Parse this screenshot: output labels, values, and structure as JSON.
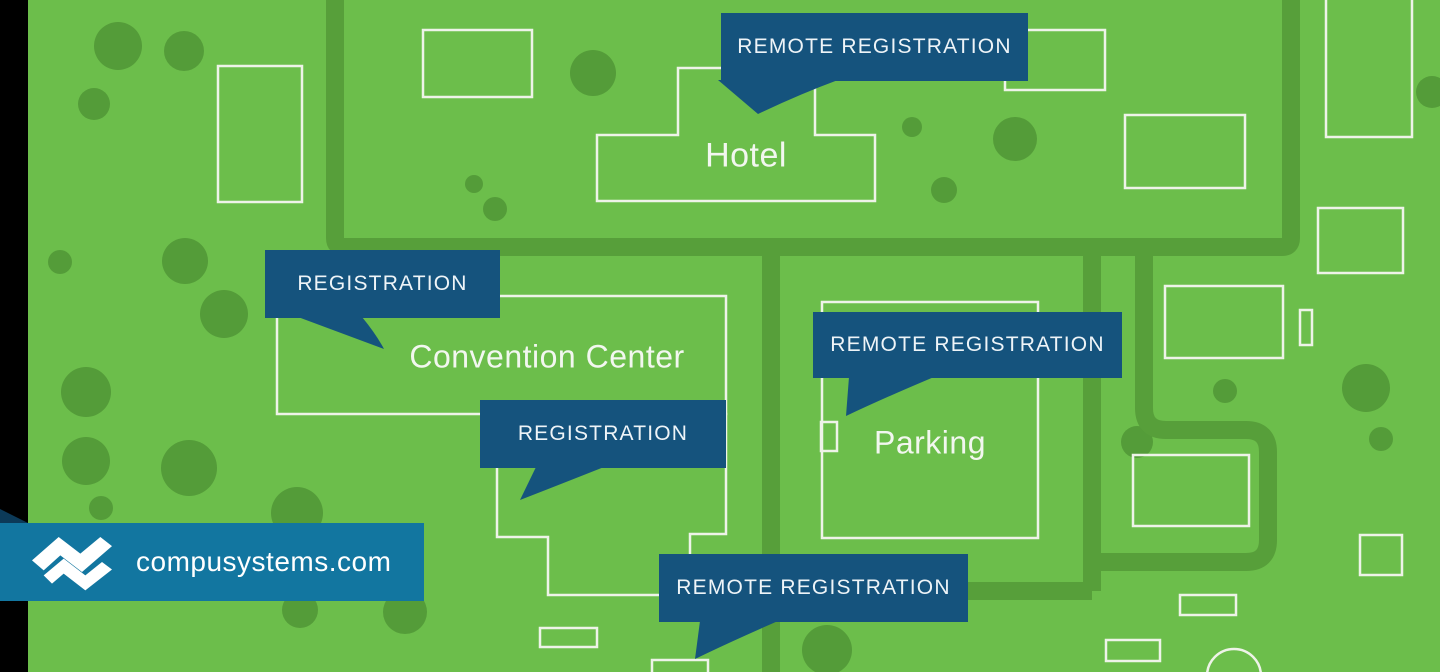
{
  "banner": {
    "url": "compusystems.com"
  },
  "map": {
    "area_labels": [
      {
        "id": "hotel",
        "text": "Hotel"
      },
      {
        "id": "convention-center",
        "text": "Convention Center"
      },
      {
        "id": "parking",
        "text": "Parking"
      }
    ],
    "callouts": [
      {
        "id": "hotel-remote-registration",
        "text": "REMOTE REGISTRATION"
      },
      {
        "id": "convention-registration-west",
        "text": "REGISTRATION"
      },
      {
        "id": "convention-registration-south",
        "text": "REGISTRATION"
      },
      {
        "id": "parking-remote-registration",
        "text": "REMOTE REGISTRATION"
      },
      {
        "id": "south-remote-registration",
        "text": "REMOTE REGISTRATION"
      }
    ],
    "colors": {
      "grass": "#6cbe4b",
      "road": "#579f3a",
      "tree": "#549c39",
      "building_outline": "#eef3e8",
      "callout": "#15537d",
      "ribbon": "#1276a0",
      "ribbon_fold": "#0c3a58",
      "label_text": "#f2f7ef"
    }
  }
}
